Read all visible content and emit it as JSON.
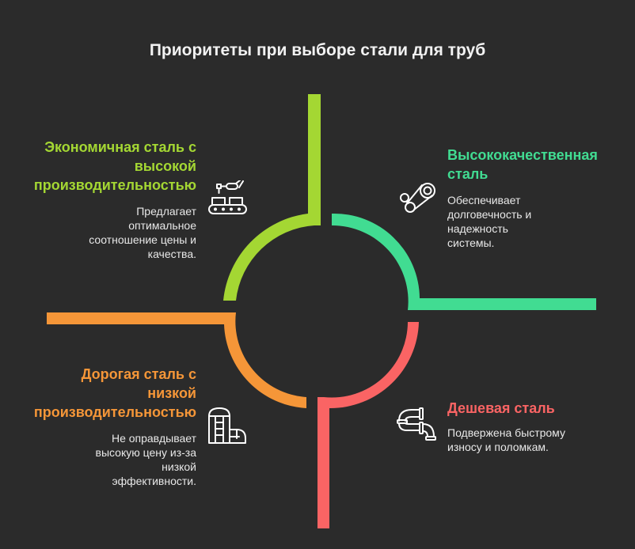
{
  "title": "Приоритеты при выборе стали для труб",
  "colors": {
    "background": "#2b2b2b",
    "green": "#a4d733",
    "teal": "#41dc92",
    "orange": "#f59638",
    "red": "#fa6464",
    "icon": "#ffffff"
  },
  "quadrants": [
    {
      "id": "top-left",
      "title": "Экономичная сталь с высокой производительностью",
      "title_lines": [
        "Экономичная сталь с",
        "высокой",
        "производительностью"
      ],
      "desc_lines": [
        "Предлагает",
        "оптимальное",
        "соотношение цены и",
        "качества."
      ],
      "color": "#a4d733",
      "icon": "robot-arm-conveyor-icon"
    },
    {
      "id": "top-right",
      "title": "Высококачественная сталь",
      "title_lines": [
        "Высококачественная",
        "сталь"
      ],
      "desc_lines": [
        "Обеспечивает",
        "долговечность и",
        "надежность",
        "системы."
      ],
      "color": "#41dc92",
      "icon": "gear-belt-icon"
    },
    {
      "id": "bottom-left",
      "title": "Дорогая сталь с низкой производительностью",
      "title_lines": [
        "Дорогая сталь с",
        "низкой",
        "производительностью"
      ],
      "desc_lines": [
        "Не оправдывает",
        "высокую цену из-за",
        "низкой",
        "эффективности."
      ],
      "color": "#f59638",
      "icon": "silo-factory-icon"
    },
    {
      "id": "bottom-right",
      "title": "Дешевая сталь",
      "title_lines": [
        "Дешевая сталь"
      ],
      "desc_lines": [
        "Подвержена быстрому",
        "износу и поломкам."
      ],
      "color": "#fa6464",
      "icon": "pipe-icon"
    }
  ]
}
